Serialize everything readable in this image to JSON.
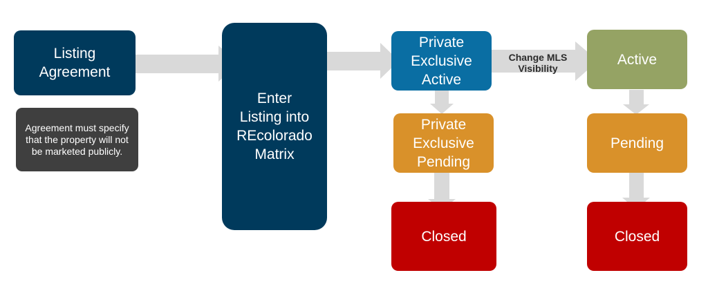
{
  "nodes": {
    "listing_agreement": "Listing\nAgreement",
    "agreement_note": "Agreement must specify that the property will not be marketed publicly.",
    "enter_listing": "Enter\nListing into\nREcolorado\nMatrix",
    "private_exclusive_active": "Private\nExclusive\nActive",
    "private_exclusive_pending": "Private\nExclusive\nPending",
    "closed_private": "Closed",
    "active": "Active",
    "pending": "Pending",
    "closed_public": "Closed"
  },
  "edges": {
    "change_mls_visibility": "Change MLS\nVisibility"
  },
  "colors": {
    "navy": "#003a5c",
    "blue": "#0a6ea3",
    "orange": "#d9912a",
    "green": "#95a364",
    "red": "#c00000",
    "note": "#3f3f3f",
    "arrow": "#d9d9d9"
  }
}
